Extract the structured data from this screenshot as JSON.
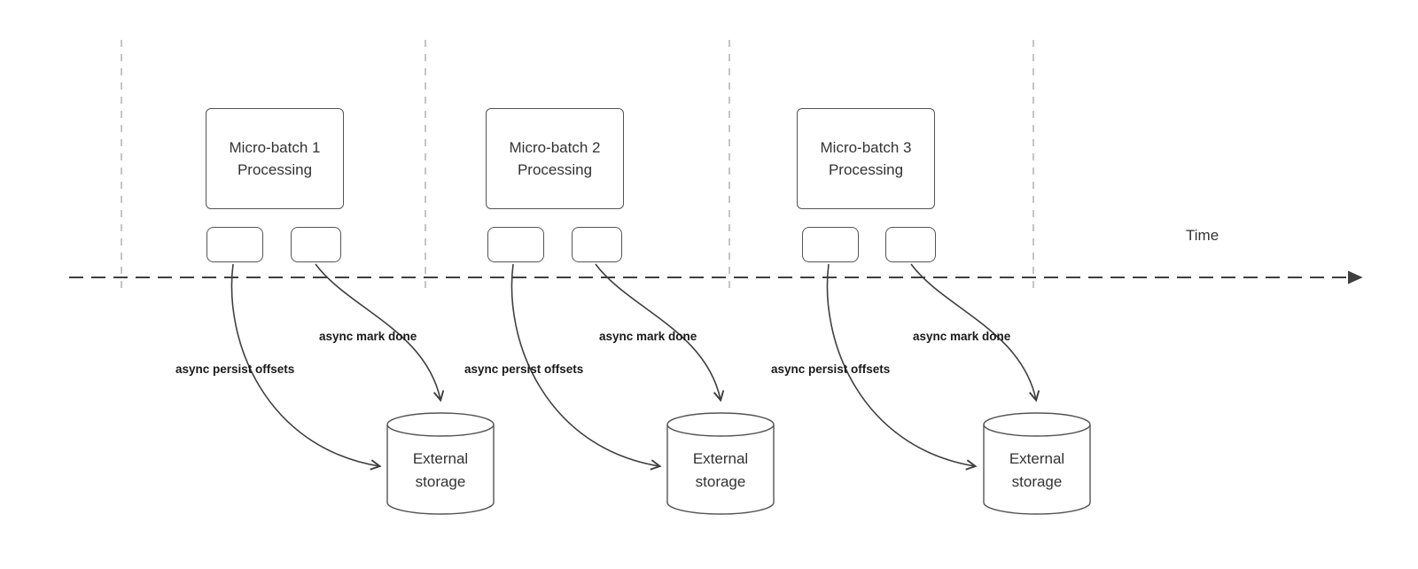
{
  "diagram": {
    "time_label": "Time",
    "batches": [
      {
        "title": "Micro-batch 1",
        "subtitle": "Processing",
        "persist_label": "async persist offsets",
        "done_label": "async mark done",
        "storage_title": "External",
        "storage_subtitle": "storage"
      },
      {
        "title": "Micro-batch 2",
        "subtitle": "Processing",
        "persist_label": "async persist offsets",
        "done_label": "async mark done",
        "storage_title": "External",
        "storage_subtitle": "storage"
      },
      {
        "title": "Micro-batch 3",
        "subtitle": "Processing",
        "persist_label": "async persist offsets",
        "done_label": "async mark done",
        "storage_title": "External",
        "storage_subtitle": "storage"
      }
    ]
  }
}
